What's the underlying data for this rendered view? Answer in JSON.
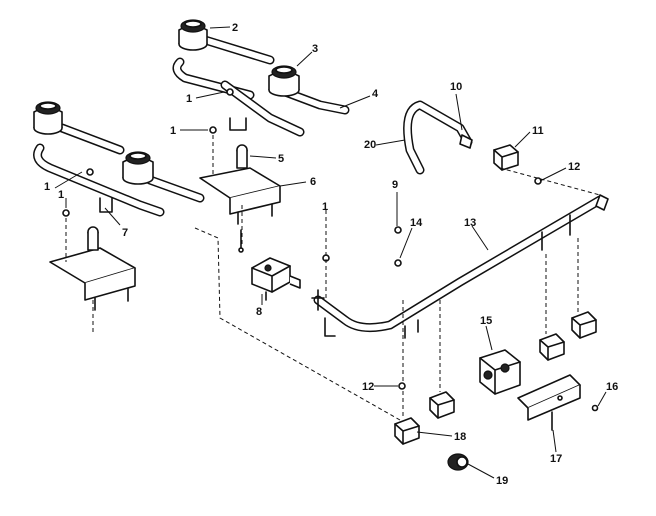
{
  "callouts": [
    {
      "id": "1"
    },
    {
      "id": "2"
    },
    {
      "id": "3"
    },
    {
      "id": "4"
    },
    {
      "id": "5"
    },
    {
      "id": "6"
    },
    {
      "id": "7"
    },
    {
      "id": "8"
    },
    {
      "id": "9"
    },
    {
      "id": "10"
    },
    {
      "id": "11"
    },
    {
      "id": "12"
    },
    {
      "id": "13"
    },
    {
      "id": "14"
    },
    {
      "id": "15"
    },
    {
      "id": "16"
    },
    {
      "id": "17"
    },
    {
      "id": "18"
    },
    {
      "id": "19"
    },
    {
      "id": "20"
    }
  ],
  "labels": {
    "c1a": "1",
    "c1b": "1",
    "c1c": "1",
    "c1d": "1",
    "c1e": "1",
    "c2": "2",
    "c3": "3",
    "c4": "4",
    "c5": "5",
    "c6": "6",
    "c7": "7",
    "c8": "8",
    "c9": "9",
    "c10": "10",
    "c11": "11",
    "c12a": "12",
    "c12b": "12",
    "c13": "13",
    "c14": "14",
    "c15": "15",
    "c16": "16",
    "c17": "17",
    "c18": "18",
    "c19": "19",
    "c20": "20"
  }
}
